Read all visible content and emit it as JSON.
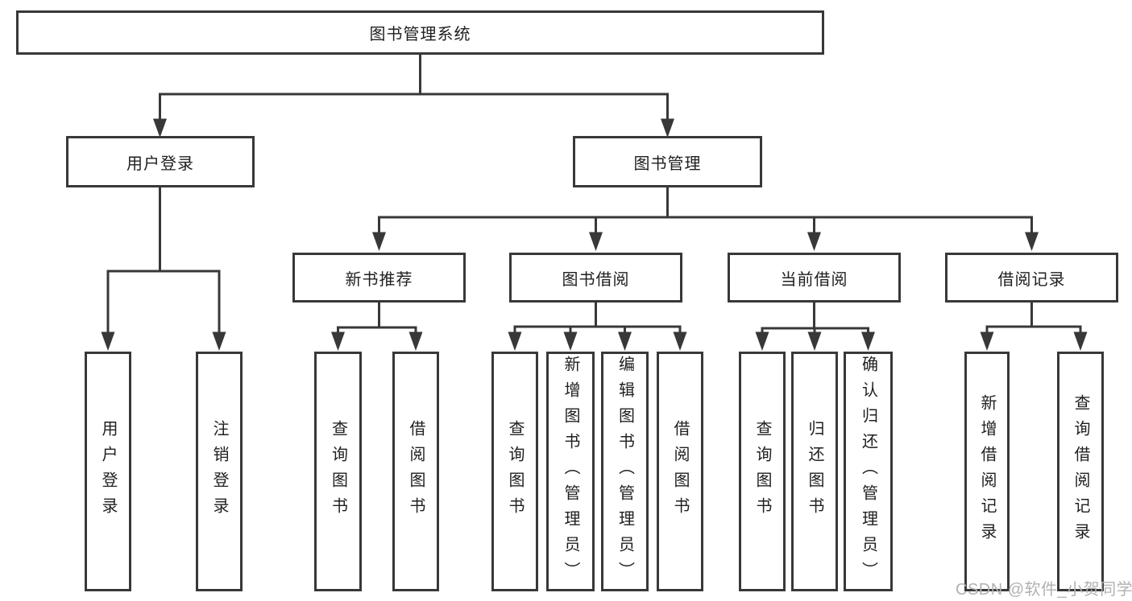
{
  "diagram_title": "图书管理系统",
  "watermark": "CSDN @软件_小贺同学",
  "colors": {
    "line": "#383838",
    "box_border": "#383838",
    "text": "#1f1f1f",
    "watermark": "#b3b1b1",
    "background": "#ffffff"
  },
  "tree": {
    "label": "图书管理系统",
    "children": [
      {
        "label": "用户登录",
        "children": [
          {
            "label": "用户登录"
          },
          {
            "label": "注销登录"
          }
        ]
      },
      {
        "label": "图书管理",
        "children": [
          {
            "label": "新书推荐",
            "children": [
              {
                "label": "查询图书"
              },
              {
                "label": "借阅图书"
              }
            ]
          },
          {
            "label": "图书借阅",
            "children": [
              {
                "label": "查询图书"
              },
              {
                "label": "新增图书（管理员）"
              },
              {
                "label": "编辑图书（管理员）"
              },
              {
                "label": "借阅图书"
              }
            ]
          },
          {
            "label": "当前借阅",
            "children": [
              {
                "label": "查询图书"
              },
              {
                "label": "归还图书"
              },
              {
                "label": "确认归还（管理员）"
              }
            ]
          },
          {
            "label": "借阅记录",
            "children": [
              {
                "label": "新增借阅记录"
              },
              {
                "label": "查询借阅记录"
              }
            ]
          }
        ]
      }
    ]
  }
}
